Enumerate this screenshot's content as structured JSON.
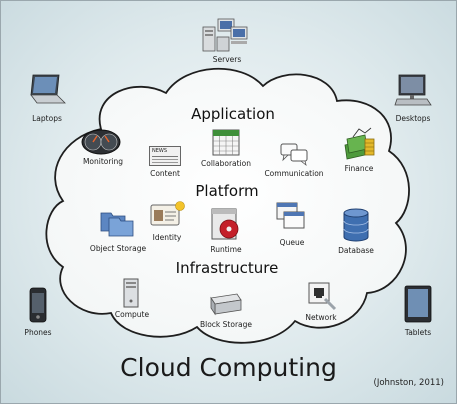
{
  "title": "Cloud Computing",
  "citation": "(Johnston, 2011)",
  "layers": {
    "application": "Application",
    "platform": "Platform",
    "infrastructure": "Infrastructure"
  },
  "devices": {
    "servers": "Servers",
    "laptops": "Laptops",
    "desktops": "Desktops",
    "phones": "Phones",
    "tablets": "Tablets"
  },
  "application_items": {
    "monitoring": "Monitoring",
    "content": "Content",
    "collaboration": "Collaboration",
    "communication": "Communication",
    "finance": "Finance"
  },
  "platform_items": {
    "object_storage": "Object Storage",
    "identity": "Identity",
    "runtime": "Runtime",
    "queue": "Queue",
    "database": "Database"
  },
  "infrastructure_items": {
    "compute": "Compute",
    "block_storage": "Block Storage",
    "network": "Network"
  },
  "icon_text": {
    "news": "NEWS"
  }
}
